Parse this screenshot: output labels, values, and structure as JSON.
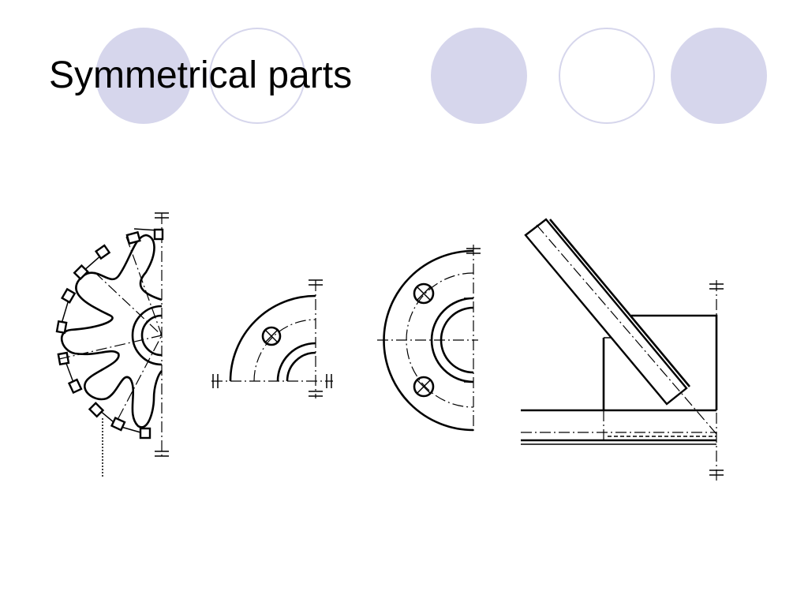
{
  "slide": {
    "title": "Symmetrical parts",
    "accent_color": "#d6d6ec"
  },
  "decorations": [
    {
      "style": "filled"
    },
    {
      "style": "outline"
    },
    {
      "style": "filled"
    },
    {
      "style": "outline"
    },
    {
      "style": "filled"
    }
  ],
  "figures": [
    {
      "name": "spoked-wheel-half-view"
    },
    {
      "name": "quarter-flange-view"
    },
    {
      "name": "half-flange-view"
    },
    {
      "name": "welded-bracket-half-view"
    }
  ]
}
